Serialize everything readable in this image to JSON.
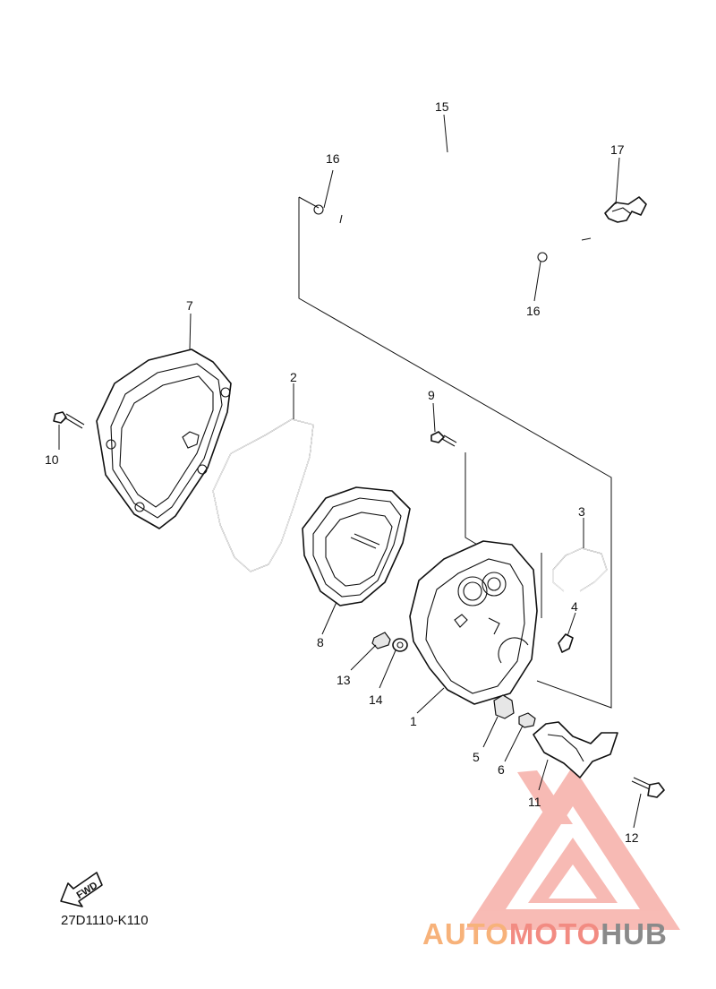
{
  "diagram": {
    "code": "27D1110-K110",
    "fwd_label": "FWD",
    "parts": [
      {
        "id": "p1",
        "label": "1"
      },
      {
        "id": "p2",
        "label": "2"
      },
      {
        "id": "p3",
        "label": "3"
      },
      {
        "id": "p4",
        "label": "4"
      },
      {
        "id": "p5",
        "label": "5"
      },
      {
        "id": "p6",
        "label": "6"
      },
      {
        "id": "p7",
        "label": "7"
      },
      {
        "id": "p8",
        "label": "8"
      },
      {
        "id": "p9",
        "label": "9"
      },
      {
        "id": "p10",
        "label": "10"
      },
      {
        "id": "p11",
        "label": "11"
      },
      {
        "id": "p12",
        "label": "12"
      },
      {
        "id": "p13",
        "label": "13"
      },
      {
        "id": "p14",
        "label": "14"
      },
      {
        "id": "p15",
        "label": "15"
      },
      {
        "id": "p16a",
        "label": "16"
      },
      {
        "id": "p16b",
        "label": "16"
      },
      {
        "id": "p17",
        "label": "17"
      }
    ]
  },
  "watermark": {
    "text_part1": "AUTO",
    "text_part2": "MOTO",
    "text_part3": "HUB",
    "color_part1": "#f7b27a",
    "color_part2": "#f28b82",
    "color_part3": "#8a8a8a",
    "logo_color": "#f28b82"
  }
}
